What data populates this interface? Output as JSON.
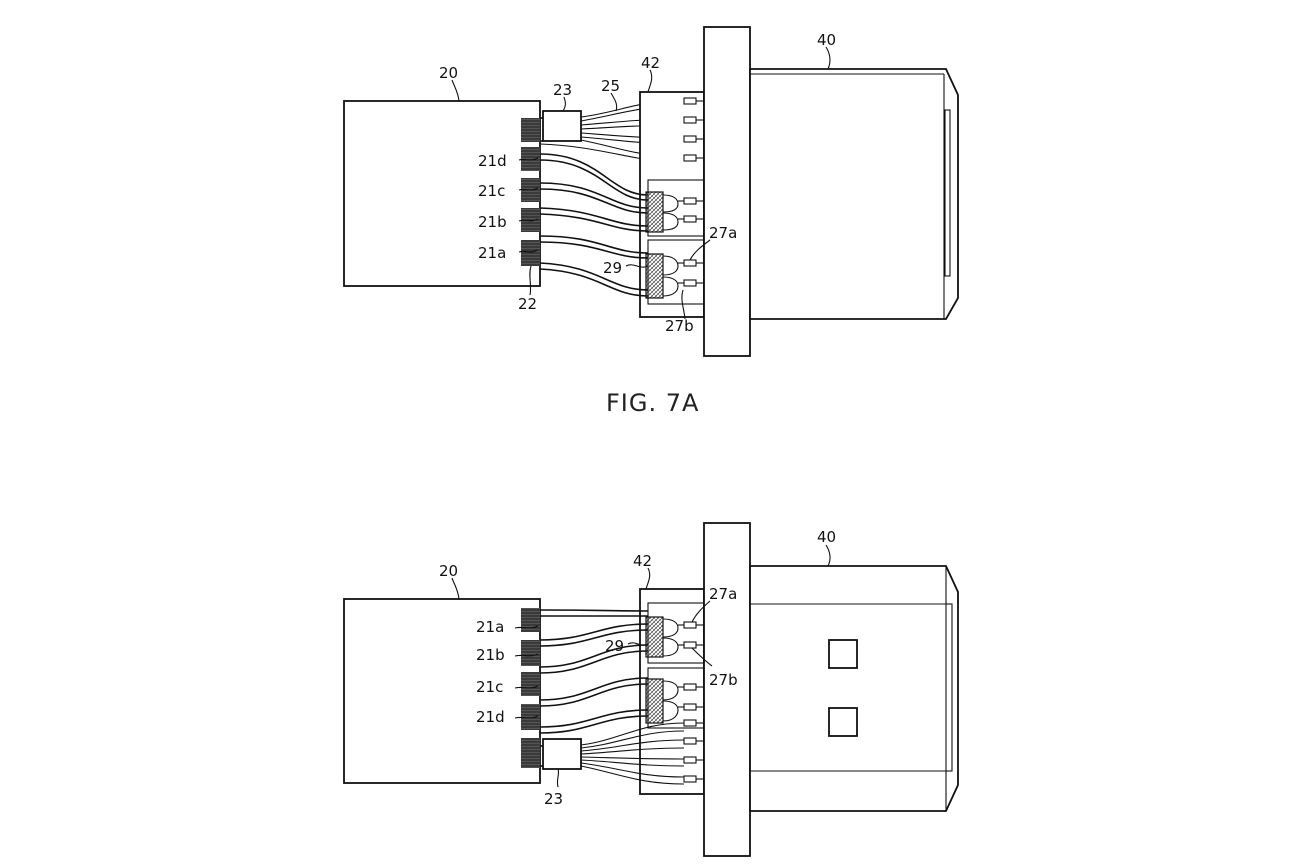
{
  "caption_top": "FIG. 7A",
  "labels_top": {
    "board": "20",
    "wire_21d": "21d",
    "wire_21c": "21c",
    "wire_21b": "21b",
    "wire_21a": "21a",
    "bristles": "22",
    "block": "23",
    "cables": "25",
    "housing": "42",
    "plug": "40",
    "pin_a": "27a",
    "pin_b": "27b",
    "sleeve": "29"
  },
  "labels_bottom": {
    "board": "20",
    "wire_21a": "21a",
    "wire_21b": "21b",
    "wire_21c": "21c",
    "wire_21d": "21d",
    "block": "23",
    "housing": "42",
    "plug": "40",
    "pin_a": "27a",
    "pin_b": "27b",
    "sleeve": "29"
  }
}
